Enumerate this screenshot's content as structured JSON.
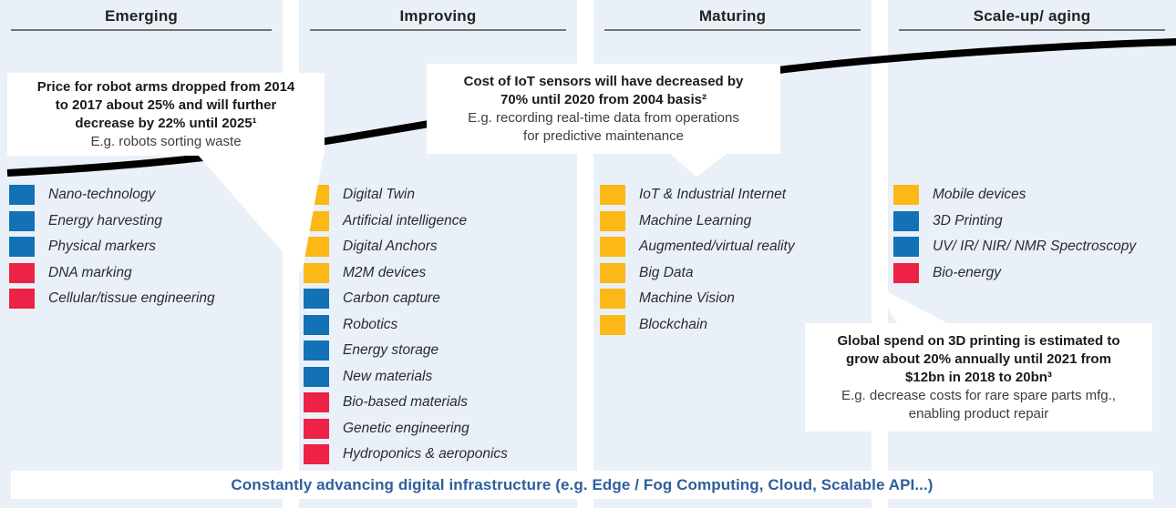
{
  "stages": [
    {
      "label": "Emerging",
      "items": [
        {
          "color": "blue",
          "label": "Nano-technology"
        },
        {
          "color": "blue",
          "label": "Energy harvesting"
        },
        {
          "color": "blue",
          "label": "Physical markers"
        },
        {
          "color": "red",
          "label": "DNA marking"
        },
        {
          "color": "red",
          "label": "Cellular/tissue engineering"
        }
      ]
    },
    {
      "label": "Improving",
      "items": [
        {
          "color": "yellow",
          "label": "Digital Twin"
        },
        {
          "color": "yellow",
          "label": "Artificial intelligence"
        },
        {
          "color": "yellow",
          "label": "Digital Anchors"
        },
        {
          "color": "yellow",
          "label": "M2M devices"
        },
        {
          "color": "blue",
          "label": "Carbon capture"
        },
        {
          "color": "blue",
          "label": "Robotics"
        },
        {
          "color": "blue",
          "label": "Energy storage"
        },
        {
          "color": "blue",
          "label": "New materials"
        },
        {
          "color": "red",
          "label": "Bio-based materials"
        },
        {
          "color": "red",
          "label": "Genetic engineering"
        },
        {
          "color": "red",
          "label": "Hydroponics & aeroponics"
        }
      ]
    },
    {
      "label": "Maturing",
      "items": [
        {
          "color": "yellow",
          "label": "IoT & Industrial Internet"
        },
        {
          "color": "yellow",
          "label": "Machine Learning"
        },
        {
          "color": "yellow",
          "label": "Augmented/virtual reality"
        },
        {
          "color": "yellow",
          "label": "Big Data"
        },
        {
          "color": "yellow",
          "label": "Machine Vision"
        },
        {
          "color": "yellow",
          "label": "Blockchain"
        }
      ]
    },
    {
      "label": "Scale-up/ aging",
      "items": [
        {
          "color": "yellow",
          "label": "Mobile devices"
        },
        {
          "color": "blue",
          "label": "3D Printing"
        },
        {
          "color": "blue",
          "label": "UV/ IR/ NIR/ NMR Spectroscopy"
        },
        {
          "color": "red",
          "label": "Bio-energy"
        }
      ]
    }
  ],
  "callouts": [
    {
      "headline": "Price for robot arms dropped from 2014\nto 2017 about 25% and will further\ndecrease by 22% until 2025¹",
      "example": "E.g. robots sorting waste"
    },
    {
      "headline": "Cost of IoT sensors will have decreased by\n70% until 2020 from 2004 basis²",
      "example": "E.g. recording real-time data from operations\nfor predictive maintenance"
    },
    {
      "headline": "Global spend on 3D printing is estimated to\ngrow about 20% annually until 2021 from\n$12bn in 2018 to 20bn³",
      "example": "E.g. decrease costs for rare spare parts mfg.,\nenabling product repair"
    }
  ],
  "banner": {
    "label": "Constantly advancing digital infrastructure (e.g. Edge / Fog Computing, Cloud, Scalable API...)"
  },
  "colors": {
    "blue": "#1272b5",
    "yellow": "#fcb817",
    "red": "#ed2246",
    "panel": "#eaf0f8",
    "banner_text": "#2e5f9c",
    "curve": "#000000"
  }
}
